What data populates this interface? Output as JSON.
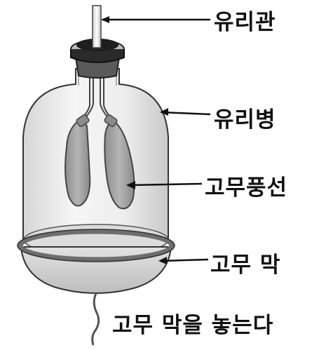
{
  "labels": {
    "glass_tube": "유리관",
    "glass_bottle": "유리병",
    "rubber_balloon": "고무풍선",
    "rubber_membrane": "고무 막",
    "action": "고무 막을 놓는다"
  },
  "colors": {
    "outline": "#333333",
    "glass_fill": "#e9e9e9",
    "balloon_fill": "#a4a4a4",
    "stopper": "#222222",
    "membrane_rim": "#7a7a7a"
  }
}
